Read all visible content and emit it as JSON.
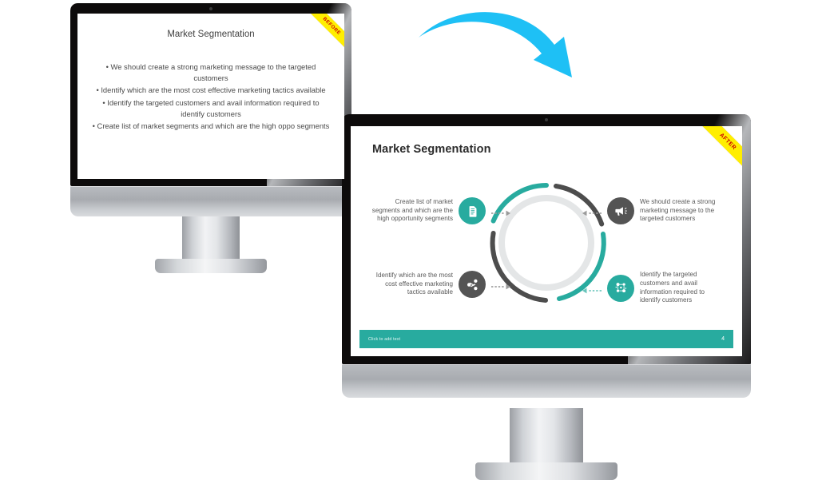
{
  "badges": {
    "before": "BEFORE",
    "after": "AFTER"
  },
  "colors": {
    "teal": "#28ab9f",
    "dark_gray": "#545454",
    "ring_gray": "#e4e6e7",
    "arrow_blue": "#1ec0f5",
    "ribbon_yellow": "#ffee00",
    "ribbon_text_red": "#cc0000"
  },
  "before_slide": {
    "title": "Market Segmentation",
    "bullets": [
      "• We should create a strong marketing message to the targeted customers",
      "• Identify which are the most cost effective marketing tactics available",
      "• Identify the targeted customers and avail information required to identify customers",
      "• Create list of market segments and which are the high oppo segments"
    ]
  },
  "after_slide": {
    "title": "Market Segmentation",
    "footer": {
      "placeholder": "Click to add text",
      "page_number": "4"
    },
    "nodes": [
      {
        "position": "top-left",
        "icon": "document-list-icon",
        "icon_style": "teal",
        "text": "Create list of market segments and which are the high opportunity segments"
      },
      {
        "position": "top-right",
        "icon": "megaphone-icon",
        "icon_style": "dark",
        "text": "We should create a strong marketing message to the targeted customers"
      },
      {
        "position": "bottom-left",
        "icon": "share-nodes-icon",
        "icon_style": "dark",
        "text": "Identify which are the most cost effective marketing tactics available"
      },
      {
        "position": "bottom-right",
        "icon": "network-group-icon",
        "icon_style": "teal",
        "text": "Identify the targeted customers and avail information required to identify customers"
      }
    ]
  }
}
